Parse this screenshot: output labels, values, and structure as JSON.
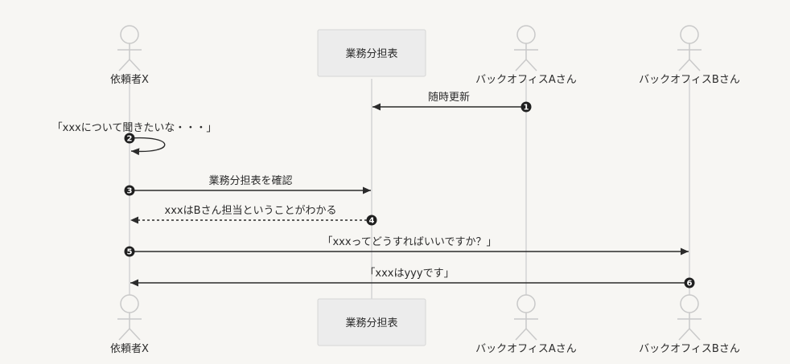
{
  "participants": [
    {
      "id": "client",
      "kind": "actor",
      "label": "依頼者X"
    },
    {
      "id": "sheet",
      "kind": "box",
      "label": "業務分担表"
    },
    {
      "id": "officeA",
      "kind": "actor",
      "label": "バックオフィスAさん"
    },
    {
      "id": "officeB",
      "kind": "actor",
      "label": "バックオフィスBさん"
    }
  ],
  "messages": [
    {
      "num": "1",
      "from": "officeA",
      "to": "sheet",
      "text": "随時更新",
      "style": "solid"
    },
    {
      "num": "2",
      "from": "client",
      "to": "client",
      "text": "「xxxについて聞きたいな・・・」",
      "style": "solid"
    },
    {
      "num": "3",
      "from": "client",
      "to": "sheet",
      "text": "業務分担表を確認",
      "style": "solid"
    },
    {
      "num": "4",
      "from": "sheet",
      "to": "client",
      "text": "xxxはBさん担当ということがわかる",
      "style": "dashed"
    },
    {
      "num": "5",
      "from": "client",
      "to": "officeB",
      "text": "「xxxってどうすればいいですか？」",
      "style": "solid"
    },
    {
      "num": "6",
      "from": "officeB",
      "to": "client",
      "text": "「xxxはyyyです」",
      "style": "solid"
    }
  ],
  "colors": {
    "background": "#f7f6f3",
    "lifeline": "#d4d4d4",
    "actor_stroke": "#c9c9c9",
    "box_fill": "#ececec",
    "box_stroke": "#d6d6d6",
    "arrow": "#2b2b2b",
    "badge": "#1f1f1f"
  }
}
